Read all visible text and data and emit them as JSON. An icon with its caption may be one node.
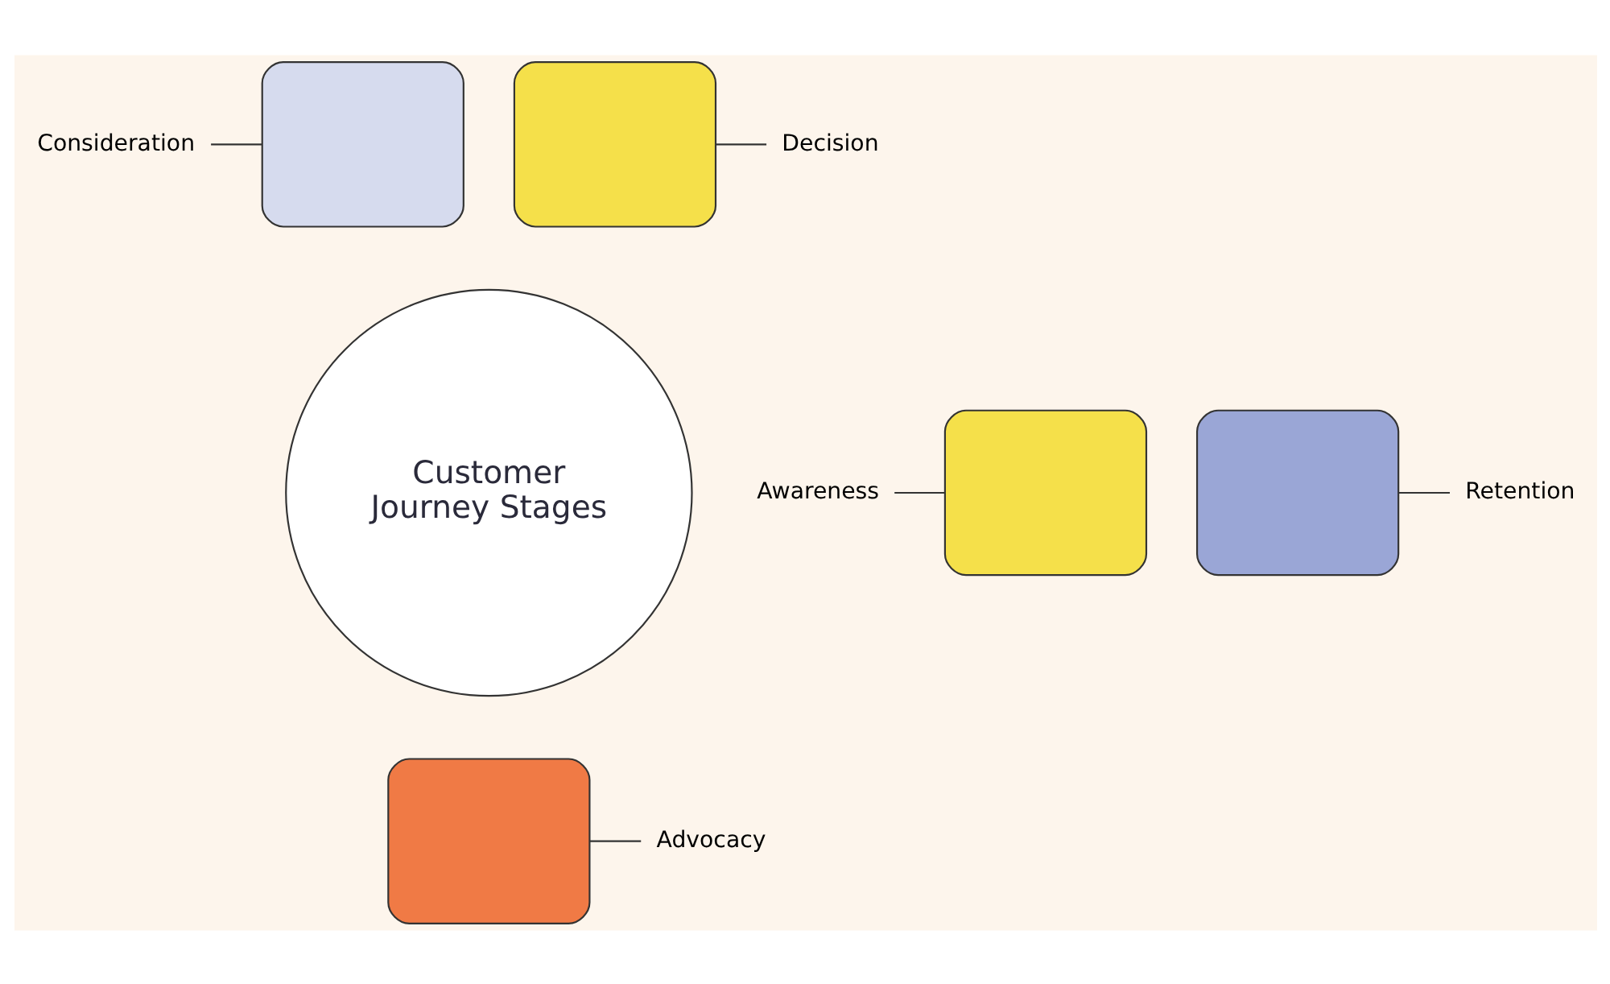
{
  "diagram": {
    "nodes": [
      {
        "text": [
          "Customer Journey Stages"
        ]
      },
      {
        "text": [
          "Consideration"
        ]
      },
      {
        "text": [],
        "shape": "box"
      },
      {
        "text": [
          "Decision"
        ]
      },
      {
        "text": [],
        "shape": "box"
      },
      {
        "text": [
          "Awareness"
        ]
      },
      {
        "text": [],
        "shape": "box"
      },
      {
        "text": [
          "Retention"
        ]
      },
      {
        "text": [],
        "shape": "box"
      },
      {
        "text": [
          "Advocacy"
        ]
      },
      {
        "text": [],
        "shape": "box"
      }
    ],
    "edges": [
      {
        "from": 1,
        "to": 2,
        "arrow": "none"
      },
      {
        "from": 3,
        "to": 4,
        "arrow": "none"
      },
      {
        "from": 5,
        "to": 6,
        "arrow": "none"
      },
      {
        "from": 7,
        "to": 8,
        "arrow": "none"
      },
      {
        "from": 9,
        "to": 10,
        "arrow": "none"
      }
    ]
  }
}
